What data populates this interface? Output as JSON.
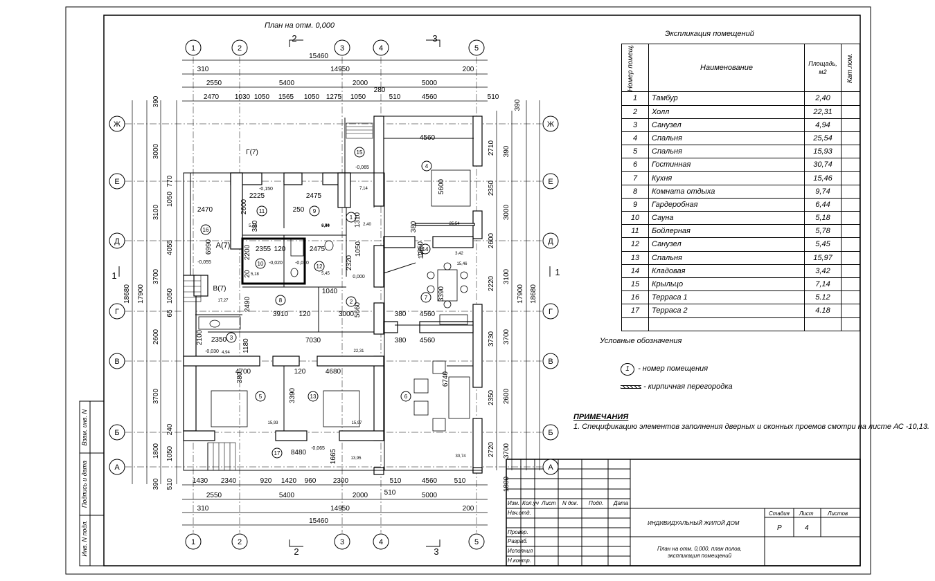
{
  "plan_title": "План на отм. 0,000",
  "explication": {
    "title": "Экспликация помещений",
    "headers": {
      "num": "Номер помещ.",
      "name": "Наименование",
      "area": "Площадь, м2",
      "cat": "Кат.пом."
    },
    "rows": [
      {
        "num": "1",
        "name": "Тамбур",
        "area": "2,40"
      },
      {
        "num": "2",
        "name": "Холл",
        "area": "22,31"
      },
      {
        "num": "3",
        "name": "Санузел",
        "area": "4,94"
      },
      {
        "num": "4",
        "name": "Спальня",
        "area": "25,54"
      },
      {
        "num": "5",
        "name": "Спальня",
        "area": "15,93"
      },
      {
        "num": "6",
        "name": "Гостинная",
        "area": "30,74"
      },
      {
        "num": "7",
        "name": "Кухня",
        "area": "15,46"
      },
      {
        "num": "8",
        "name": "Комната отдыха",
        "area": "9,74"
      },
      {
        "num": "9",
        "name": "Гардеробная",
        "area": "6,44"
      },
      {
        "num": "10",
        "name": "Сауна",
        "area": "5,18"
      },
      {
        "num": "11",
        "name": "Бойлерная",
        "area": "5,78"
      },
      {
        "num": "12",
        "name": "Санузел",
        "area": "5,45"
      },
      {
        "num": "13",
        "name": "Спальня",
        "area": "15,97"
      },
      {
        "num": "14",
        "name": "Кладовая",
        "area": "3,42"
      },
      {
        "num": "15",
        "name": "Крыльцо",
        "area": "7,14"
      },
      {
        "num": "16",
        "name": "Терраса 1",
        "area": "5.12"
      },
      {
        "num": "17",
        "name": "Терраса 2",
        "area": "4.18"
      }
    ]
  },
  "legend": {
    "title": "Условные обозначения",
    "room_marker_sample": "1",
    "room_marker_text": "- номер помещения",
    "partition_text": "- кирпичная перегородка"
  },
  "notes": {
    "title": "ПРИМЕЧАНИЯ",
    "items": [
      "1. Спецификацию элементов заполнения дверных и оконных проемов смотри на листе АС -10,13."
    ]
  },
  "stamp": {
    "headers": [
      "Изм.",
      "Кол.уч",
      "Лист",
      "N док.",
      "Подп.",
      "Дата"
    ],
    "roles": [
      "Нач.отд.",
      "Провер.",
      "Разраб.",
      "Исполнил",
      "Н.контр."
    ],
    "project": "ИНДИВИДУАЛЬНЫЙ ЖИЛОЙ ДОМ",
    "sheet_name": "План на отм. 0,000, план полов, экспликация помещений",
    "stage_label": "Стадия",
    "sheet_label": "Лист",
    "sheets_label": "Листов",
    "stage": "Р",
    "sheet": "4"
  },
  "side_labels": [
    "Взам. инв. N",
    "Подпись и дата",
    "Инв. N подл."
  ],
  "grid": {
    "columns": [
      "1",
      "2",
      "3",
      "4",
      "5"
    ],
    "rows": [
      "Ж",
      "Е",
      "Д",
      "Г",
      "В",
      "Б",
      "А"
    ]
  },
  "dims": {
    "top_total": "15460",
    "top_row1": [
      "310",
      "14950",
      "200"
    ],
    "top_row2": [
      "2550",
      "5400",
      "2000",
      "5000"
    ],
    "top_row3": [
      "2470",
      "1030",
      "1050",
      "1565",
      "1050",
      "1275",
      "1050",
      "280",
      "510",
      "4560",
      "510"
    ],
    "bottom_row1": [
      "1430",
      "2340",
      "920",
      "1420",
      "960",
      "2300",
      "510",
      "4560",
      "510"
    ],
    "bottom_row2": [
      "2550",
      "5400",
      "2000",
      "5000"
    ],
    "bottom_row3": [
      "310",
      "14950",
      "200"
    ],
    "bottom_total": "15460",
    "bottom_510": "510",
    "left_total": "18680",
    "left_sub": "17900",
    "left_outer": [
      "390",
      "3000",
      "3100",
      "3700",
      "2600",
      "3700",
      "1800",
      "390"
    ],
    "left_inner": [
      "770",
      "1050",
      "4055",
      "1050",
      "65",
      "240",
      "1050",
      "510"
    ],
    "right_total": "18680",
    "right_sub": "17900",
    "right_outer": [
      "390",
      "3000",
      "3100",
      "3700",
      "2600",
      "3700",
      "1800"
    ],
    "right_inner": [
      "2710",
      "2350",
      "2600",
      "2220",
      "3730",
      "2350",
      "2720"
    ],
    "right_390": "390",
    "section_labels": [
      "1",
      "2",
      "3"
    ]
  },
  "plan_labels": {
    "rooms": [
      "1",
      "2",
      "3",
      "4",
      "5",
      "6",
      "7",
      "8",
      "9",
      "10",
      "11",
      "12",
      "13",
      "14",
      "15",
      "16",
      "17"
    ],
    "areas": [
      "2,40",
      "22,31",
      "4,94",
      "25,54",
      "15,93",
      "30,74",
      "15,46",
      "9,74",
      "6,44",
      "5,18",
      "5,78",
      "5,45",
      "15,97",
      "3,42",
      "7,14",
      "17,27",
      "13,95",
      "6,99"
    ],
    "levels": [
      "-0,150",
      "-0,065",
      "-0,020",
      "-0,020",
      "-0,055",
      "0,000",
      "-0,030",
      "-0,065"
    ],
    "inner_dims": [
      "2225",
      "2475",
      "250",
      "2600",
      "380",
      "2470",
      "6990",
      "2355",
      "120",
      "2475",
      "2200",
      "20",
      "1310",
      "1050",
      "2320",
      "1040",
      "2490",
      "3910",
      "120",
      "3000",
      "5660",
      "7030",
      "2100",
      "2350",
      "1180",
      "380",
      "4700",
      "120",
      "4680",
      "3390",
      "6740",
      "8480",
      "1665",
      "4560",
      "5600",
      "380",
      "1050",
      "3390",
      "380",
      "4560",
      "380",
      "4560",
      "120"
    ],
    "marks": [
      "Г(7)",
      "А(7)",
      "В(7)"
    ]
  }
}
